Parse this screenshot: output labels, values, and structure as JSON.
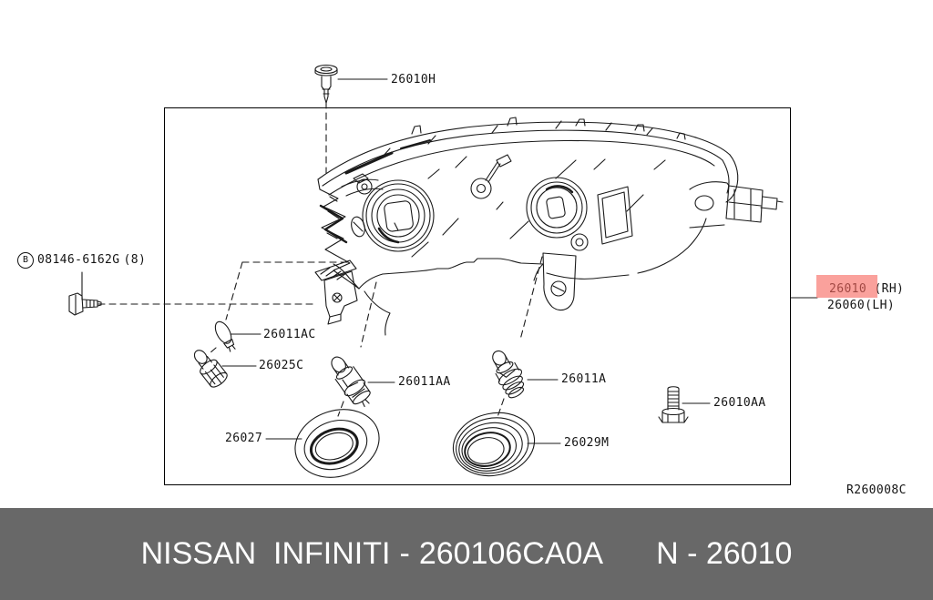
{
  "diagram": {
    "ref_code": "R260008C",
    "colors": {
      "highlight": "#f76760",
      "banner_bg": "#686868",
      "line": "#1a1a1a"
    }
  },
  "callouts": {
    "clip_top": {
      "id": "26010H"
    },
    "bolt_left": {
      "prefix": "B",
      "number": "08146-6162G",
      "qty": "(8)"
    },
    "bulb_ac": {
      "id": "26011AC"
    },
    "socket_25c": {
      "id": "26025C"
    },
    "socket_aa": {
      "id": "26011AA"
    },
    "socket_a": {
      "id": "26011A"
    },
    "seal_27": {
      "id": "26027"
    },
    "seal_29m": {
      "id": "26029M"
    },
    "bolt_right": {
      "id": "26010AA"
    },
    "assembly": {
      "rh": "26010 (RH)",
      "lh": "26060(LH)"
    }
  },
  "footer": {
    "brand": "NISSAN  INFINITI",
    "separator": "-",
    "part_code": "260106CA0A",
    "catalog_ref": "N - 26010"
  }
}
